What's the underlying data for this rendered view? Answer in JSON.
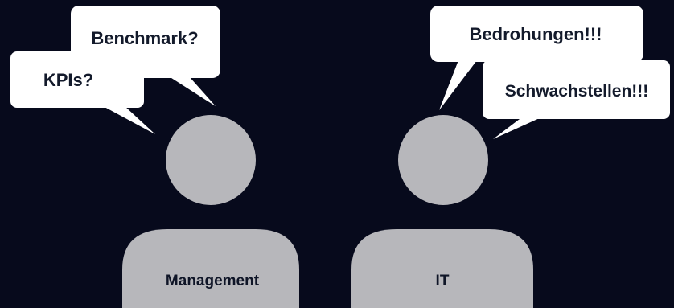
{
  "colors": {
    "background": "#070a1c",
    "bubble_fill": "#ffffff",
    "person_fill": "#b7b7bb",
    "text_dark": "#131a2b"
  },
  "management": {
    "label": "Management",
    "speech": [
      {
        "text": "Benchmark?"
      },
      {
        "text": "KPIs?"
      }
    ]
  },
  "it": {
    "label": "IT",
    "speech": [
      {
        "text": "Bedrohungen!!!"
      },
      {
        "text": "Schwachstellen!!!"
      }
    ]
  }
}
